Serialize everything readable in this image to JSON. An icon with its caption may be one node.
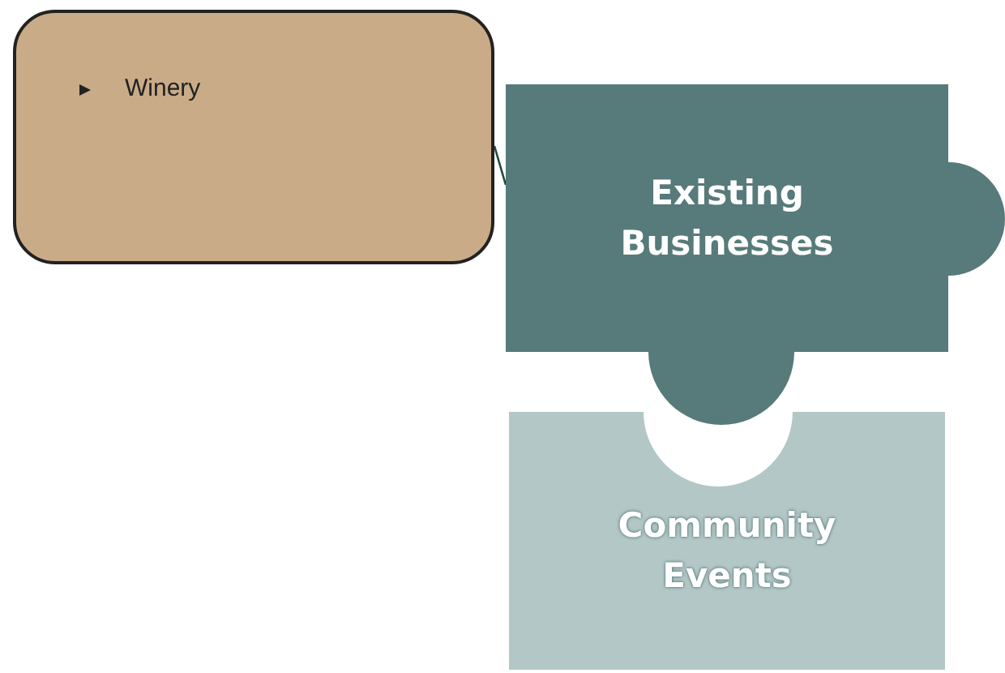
{
  "diagram": {
    "nodes": [
      {
        "text": [
          "Winery"
        ]
      },
      {
        "text": [
          "Existing Businesses"
        ]
      },
      {
        "text": [
          "Community Events"
        ]
      }
    ],
    "edges": [
      {
        "from": 0,
        "to": 1,
        "arrow": "none"
      }
    ]
  }
}
